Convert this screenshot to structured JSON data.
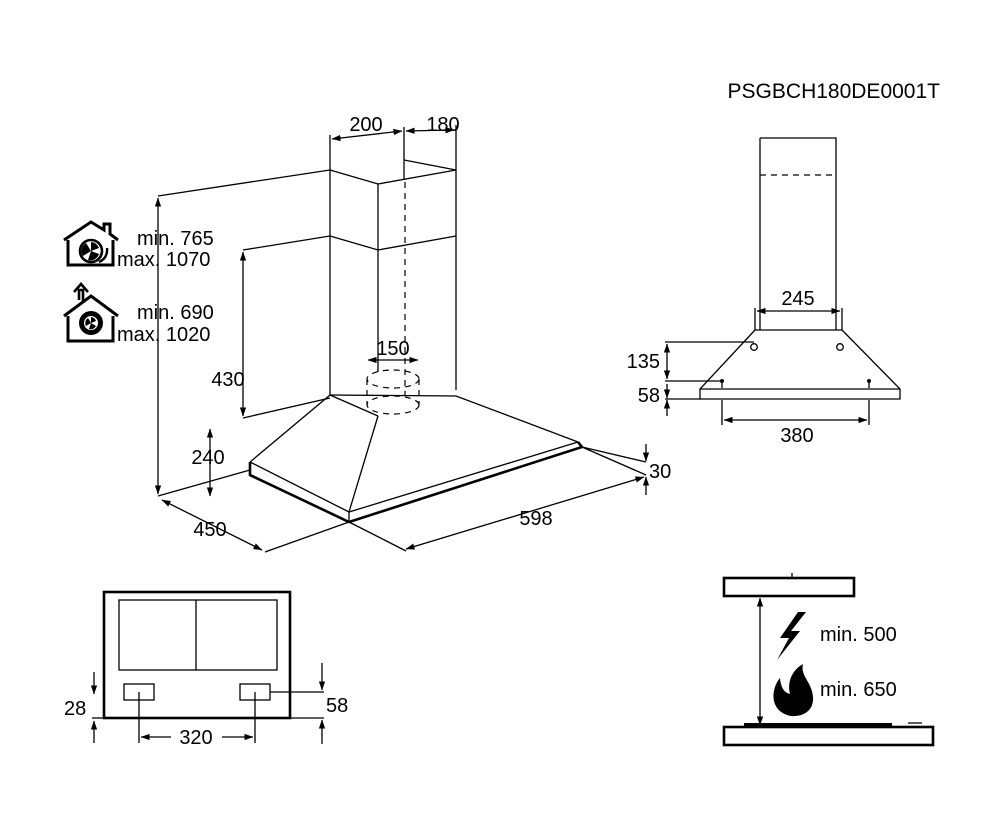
{
  "product_code": "PSGBCH180DE0001T",
  "main_view": {
    "chimney_width": "200",
    "chimney_depth": "180",
    "outlet_diameter": "150",
    "chimney_section": "430",
    "canopy_height": "240",
    "depth": "450",
    "width": "598",
    "front_thickness": "30"
  },
  "extraction_mode": {
    "icon": "house-fan-outlet-icon",
    "min": "min. 765",
    "max": "max. 1070"
  },
  "recirculation_mode": {
    "icon": "house-recirculation-filter-icon",
    "min": "min. 690",
    "max": "max. 1020"
  },
  "side_view": {
    "bracket_width": "245",
    "bracket_height": "135",
    "bracket_offset": "58",
    "hole_spacing": "380"
  },
  "bottom_view": {
    "edge_offset": "28",
    "light_offset": "58",
    "light_spacing": "320"
  },
  "install_heights": {
    "electric_icon": "lightning-icon",
    "electric": "min. 500",
    "gas_icon": "flame-icon",
    "gas": "min. 650"
  }
}
